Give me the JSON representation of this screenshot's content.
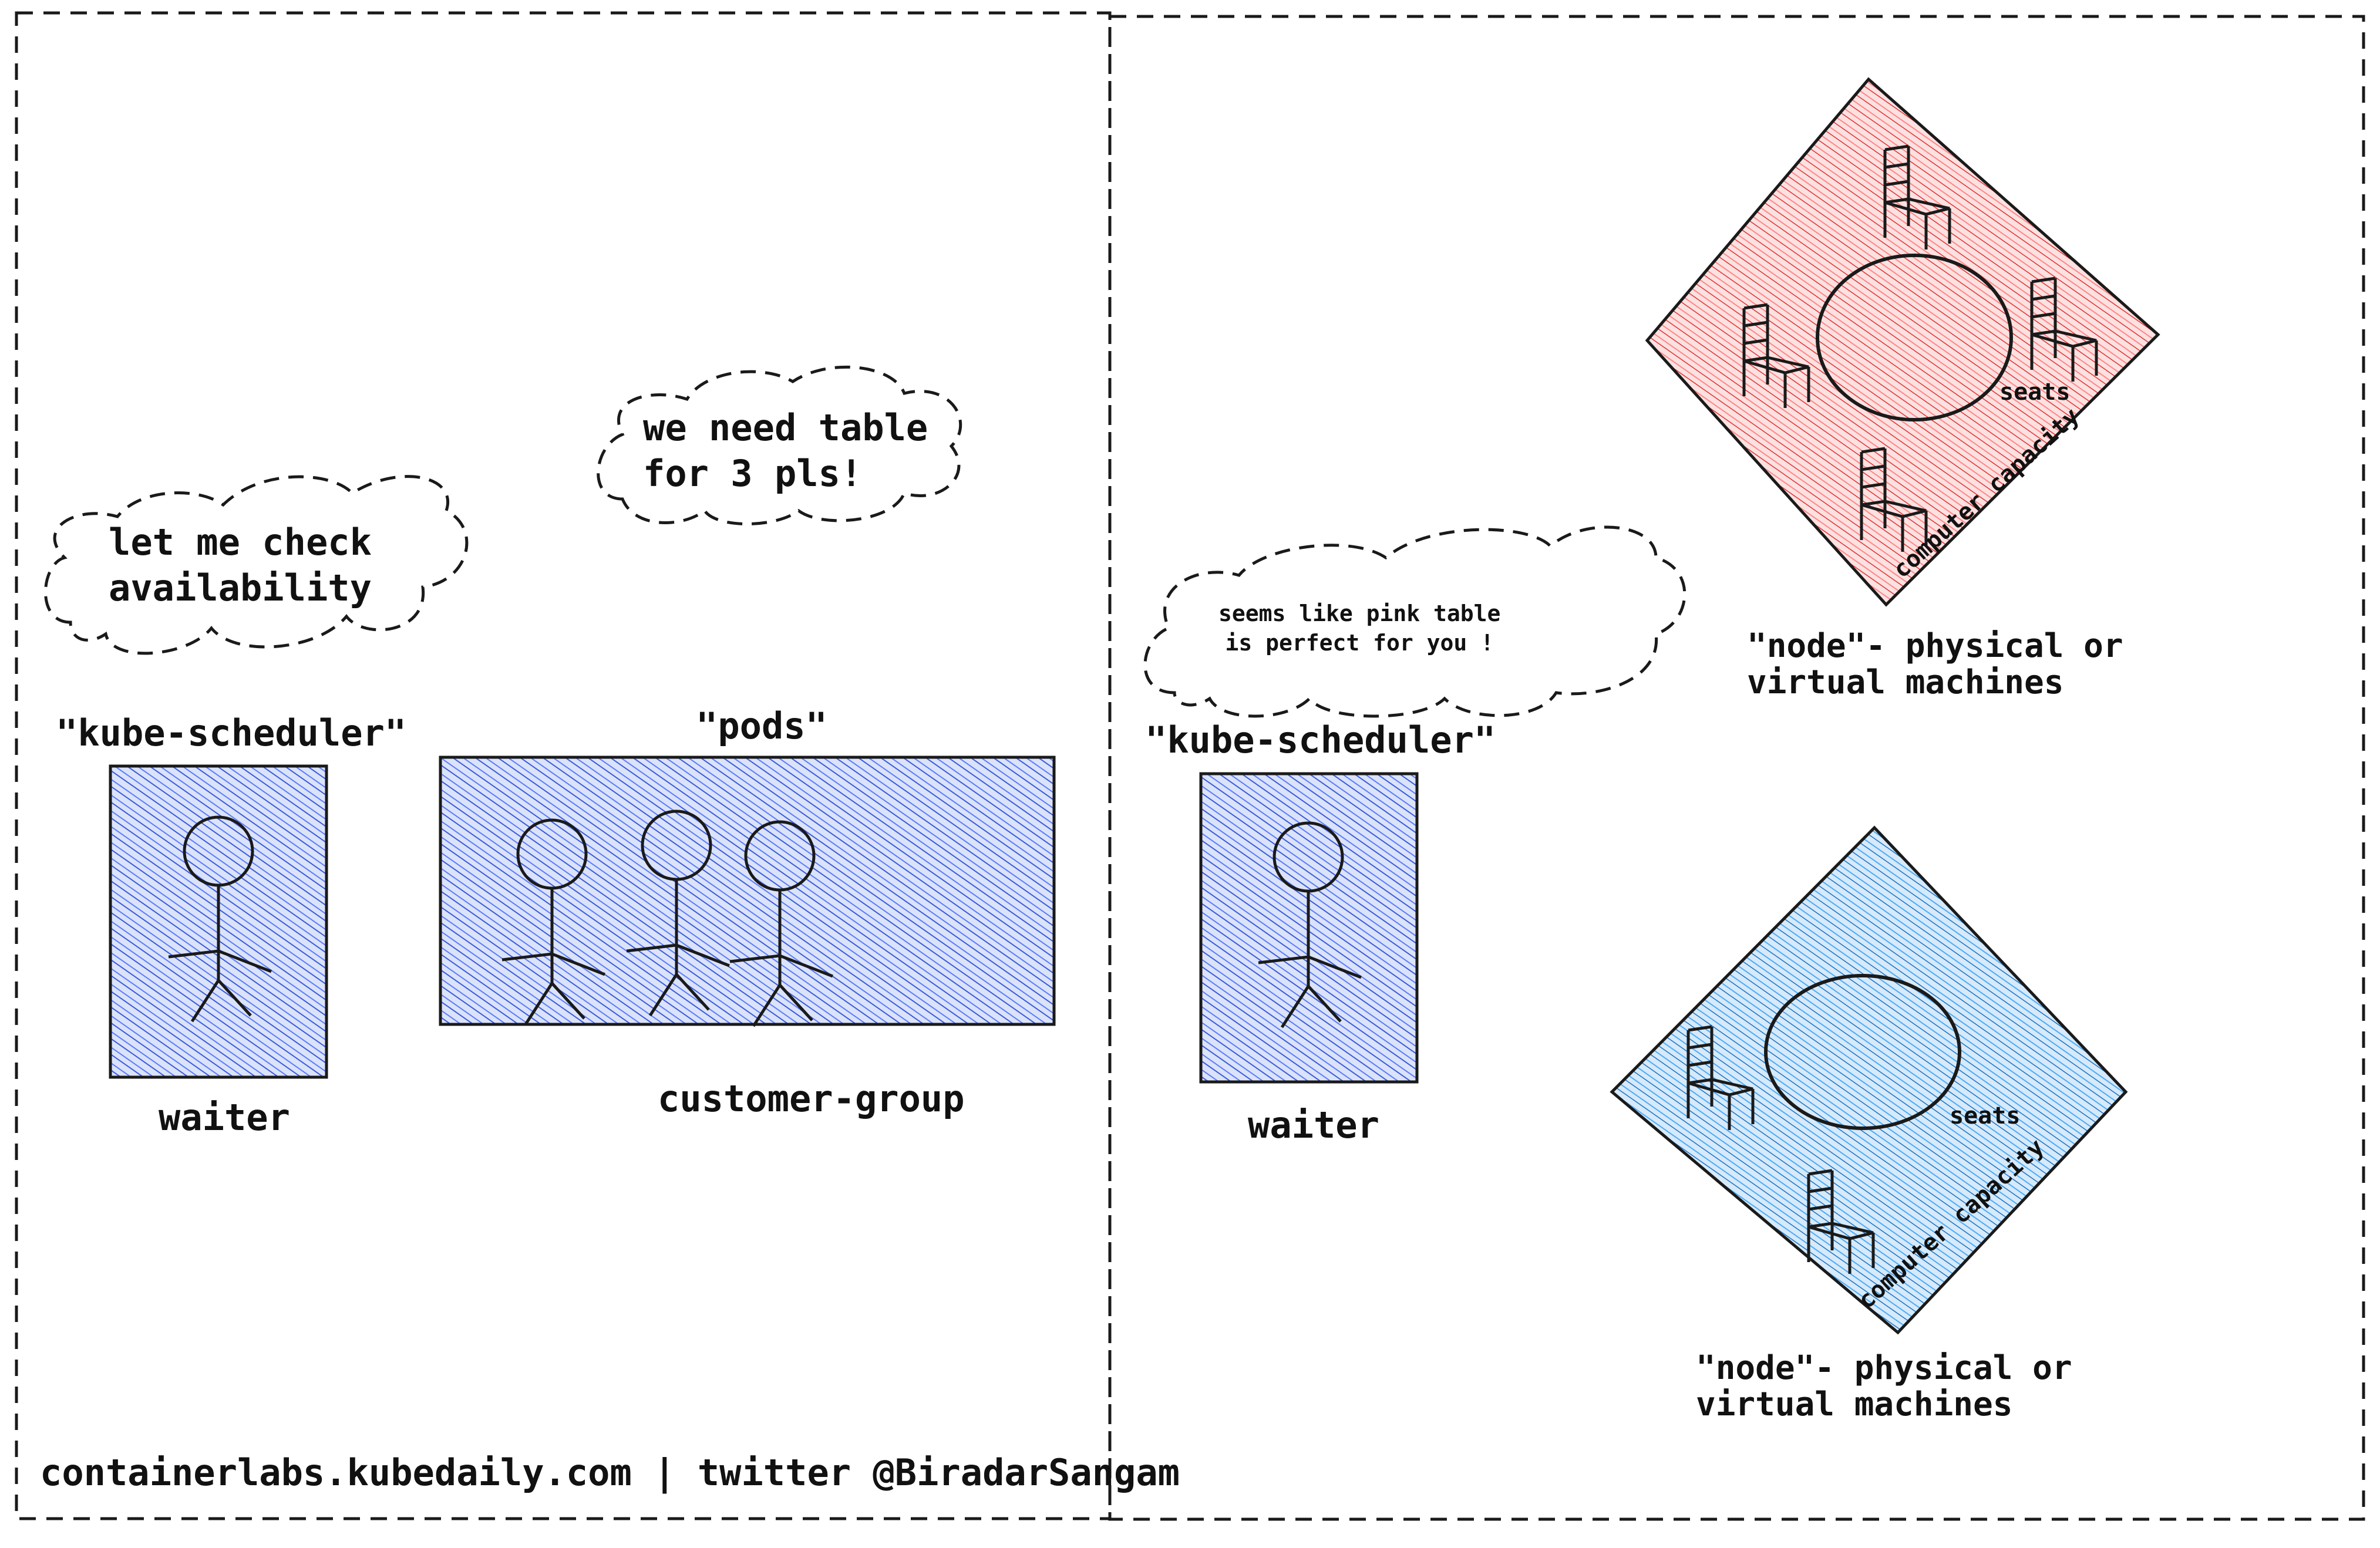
{
  "colors": {
    "person_fill": "#3b5bdb",
    "node_red": "#e03131",
    "node_blue": "#1971c2",
    "ink": "#1a1a1a"
  },
  "left_panel": {
    "scheduler_bubble": "let me check\navailability",
    "pods_bubble": "we need table\nfor 3 pls!",
    "scheduler_label": "\"kube-scheduler\"",
    "waiter_label": "waiter",
    "pods_label": "\"pods\"",
    "customer_label": "customer-group",
    "footer": "containerlabs.kubedaily.com | twitter @BiradarSangam"
  },
  "right_panel": {
    "scheduler_bubble": "seems like pink table\nis perfect for you !",
    "scheduler_label": "\"kube-scheduler\"",
    "waiter_label": "waiter",
    "red_node": {
      "seats_label": "seats",
      "capacity_label": "computer capacity",
      "caption": "\"node\"- physical or\nvirtual machines"
    },
    "blue_node": {
      "seats_label": "seats",
      "capacity_label": "computer capacity",
      "caption": "\"node\"- physical or\nvirtual machines"
    }
  }
}
